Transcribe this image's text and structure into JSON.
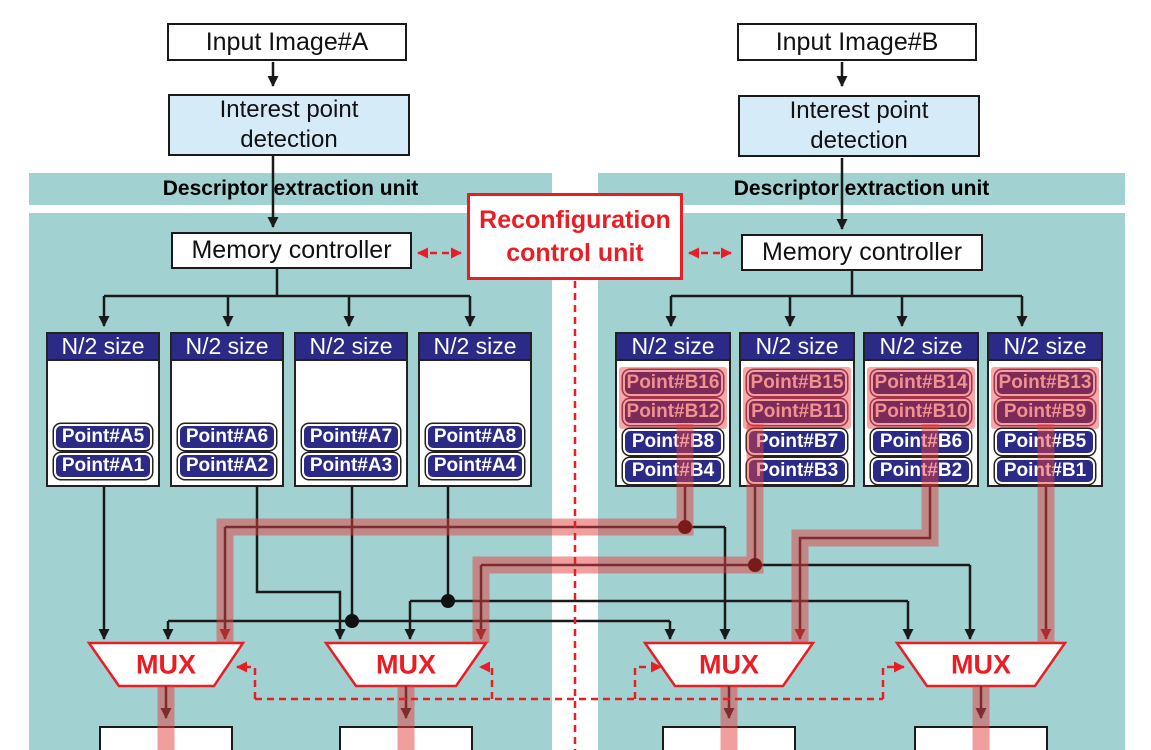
{
  "control_unit": {
    "line1": "Reconfiguration",
    "line2": "control unit"
  },
  "mux_label": "MUX",
  "left_unit": {
    "band_title": "Descriptor extraction unit",
    "input_label": "Input Image#A",
    "detect_line1": "Interest point",
    "detect_line2": "detection",
    "memory_controller": "Memory controller",
    "bank_header": "N/2 size",
    "banks": [
      [
        "Point#A5",
        "Point#A1"
      ],
      [
        "Point#A6",
        "Point#A2"
      ],
      [
        "Point#A7",
        "Point#A3"
      ],
      [
        "Point#A8",
        "Point#A4"
      ]
    ]
  },
  "right_unit": {
    "band_title": "Descriptor extraction unit",
    "input_label": "Input Image#B",
    "detect_line1": "Interest point",
    "detect_line2": "detection",
    "memory_controller": "Memory controller",
    "bank_header": "N/2 size",
    "banks": [
      {
        "highlighted": [
          "Point#B16",
          "Point#B12"
        ],
        "normal": [
          "Point#B8",
          "Point#B4"
        ]
      },
      {
        "highlighted": [
          "Point#B15",
          "Point#B11"
        ],
        "normal": [
          "Point#B7",
          "Point#B3"
        ]
      },
      {
        "highlighted": [
          "Point#B14",
          "Point#B10"
        ],
        "normal": [
          "Point#B6",
          "Point#B2"
        ]
      },
      {
        "highlighted": [
          "Point#B13",
          "Point#B9"
        ],
        "normal": [
          "Point#B5",
          "Point#B1"
        ]
      }
    ]
  },
  "colors": {
    "teal_panel": "#a2d1d1",
    "navy": "#2b2b87",
    "light_blue": "#d6ebf8",
    "accent_red": "#ea1c24",
    "highlight_stripe": "rgba(226,62,62,0.5)",
    "highlight_badge": "#7c2a57",
    "pink_block": "#f8a8a8"
  }
}
